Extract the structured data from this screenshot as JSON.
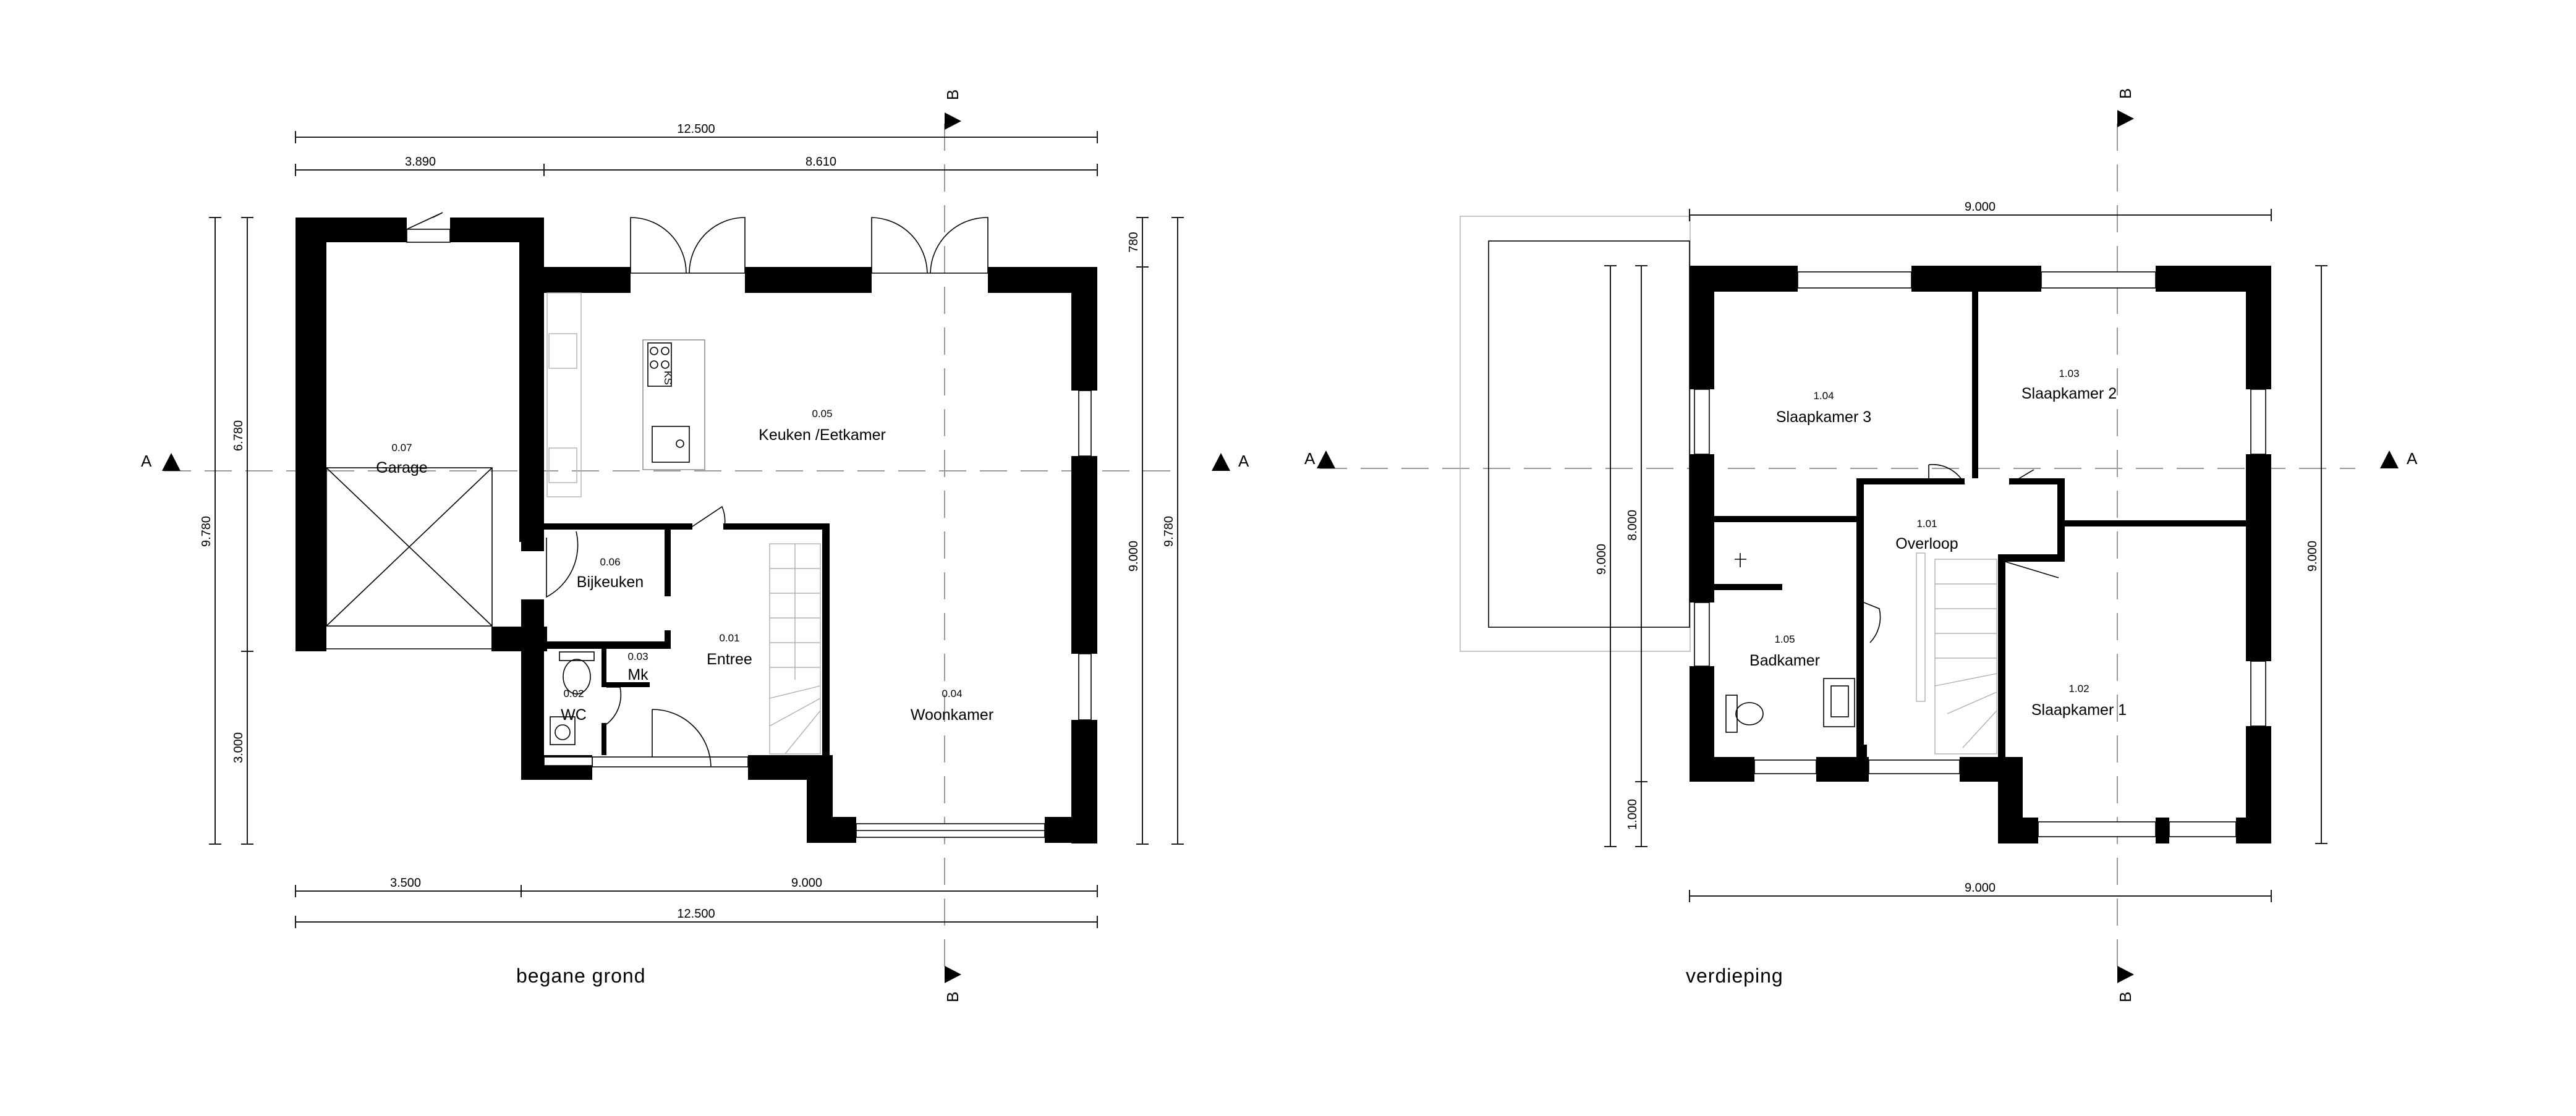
{
  "captions": {
    "ground": "begane grond",
    "upper": "verdieping"
  },
  "section_markers": {
    "a": "A",
    "b": "B"
  },
  "ground_rooms": [
    {
      "no": "0.07",
      "name": "Garage"
    },
    {
      "no": "0.05",
      "name": "Keuken /Eetkamer"
    },
    {
      "no": "0.06",
      "name": "Bijkeuken"
    },
    {
      "no": "0.01",
      "name": "Entree"
    },
    {
      "no": "0.03",
      "name": "Mk"
    },
    {
      "no": "0.02",
      "name": "WC"
    },
    {
      "no": "0.04",
      "name": "Woonkamer"
    }
  ],
  "upper_rooms": [
    {
      "no": "1.04",
      "name": "Slaapkamer 3"
    },
    {
      "no": "1.03",
      "name": "Slaapkamer 2"
    },
    {
      "no": "1.01",
      "name": "Overloop"
    },
    {
      "no": "1.05",
      "name": "Badkamer"
    },
    {
      "no": "1.02",
      "name": "Slaapkamer 1"
    }
  ],
  "ground_dims": {
    "top_total": "12.500",
    "top_left": "3.890",
    "top_right": "8.610",
    "bottom_left": "3.500",
    "bottom_right": "9.000",
    "bottom_total": "12.500",
    "left_upper": "6.780",
    "left_lower": "3.000",
    "left_total": "9.780",
    "right_small": "780",
    "right_main": "9.000",
    "right_total": "9.780"
  },
  "upper_dims": {
    "top": "9.000",
    "bottom": "9.000",
    "right": "9.000",
    "left_outer": "9.000",
    "left_inner": "8.000",
    "left_small": "1.000"
  },
  "fridge_label": "KS"
}
